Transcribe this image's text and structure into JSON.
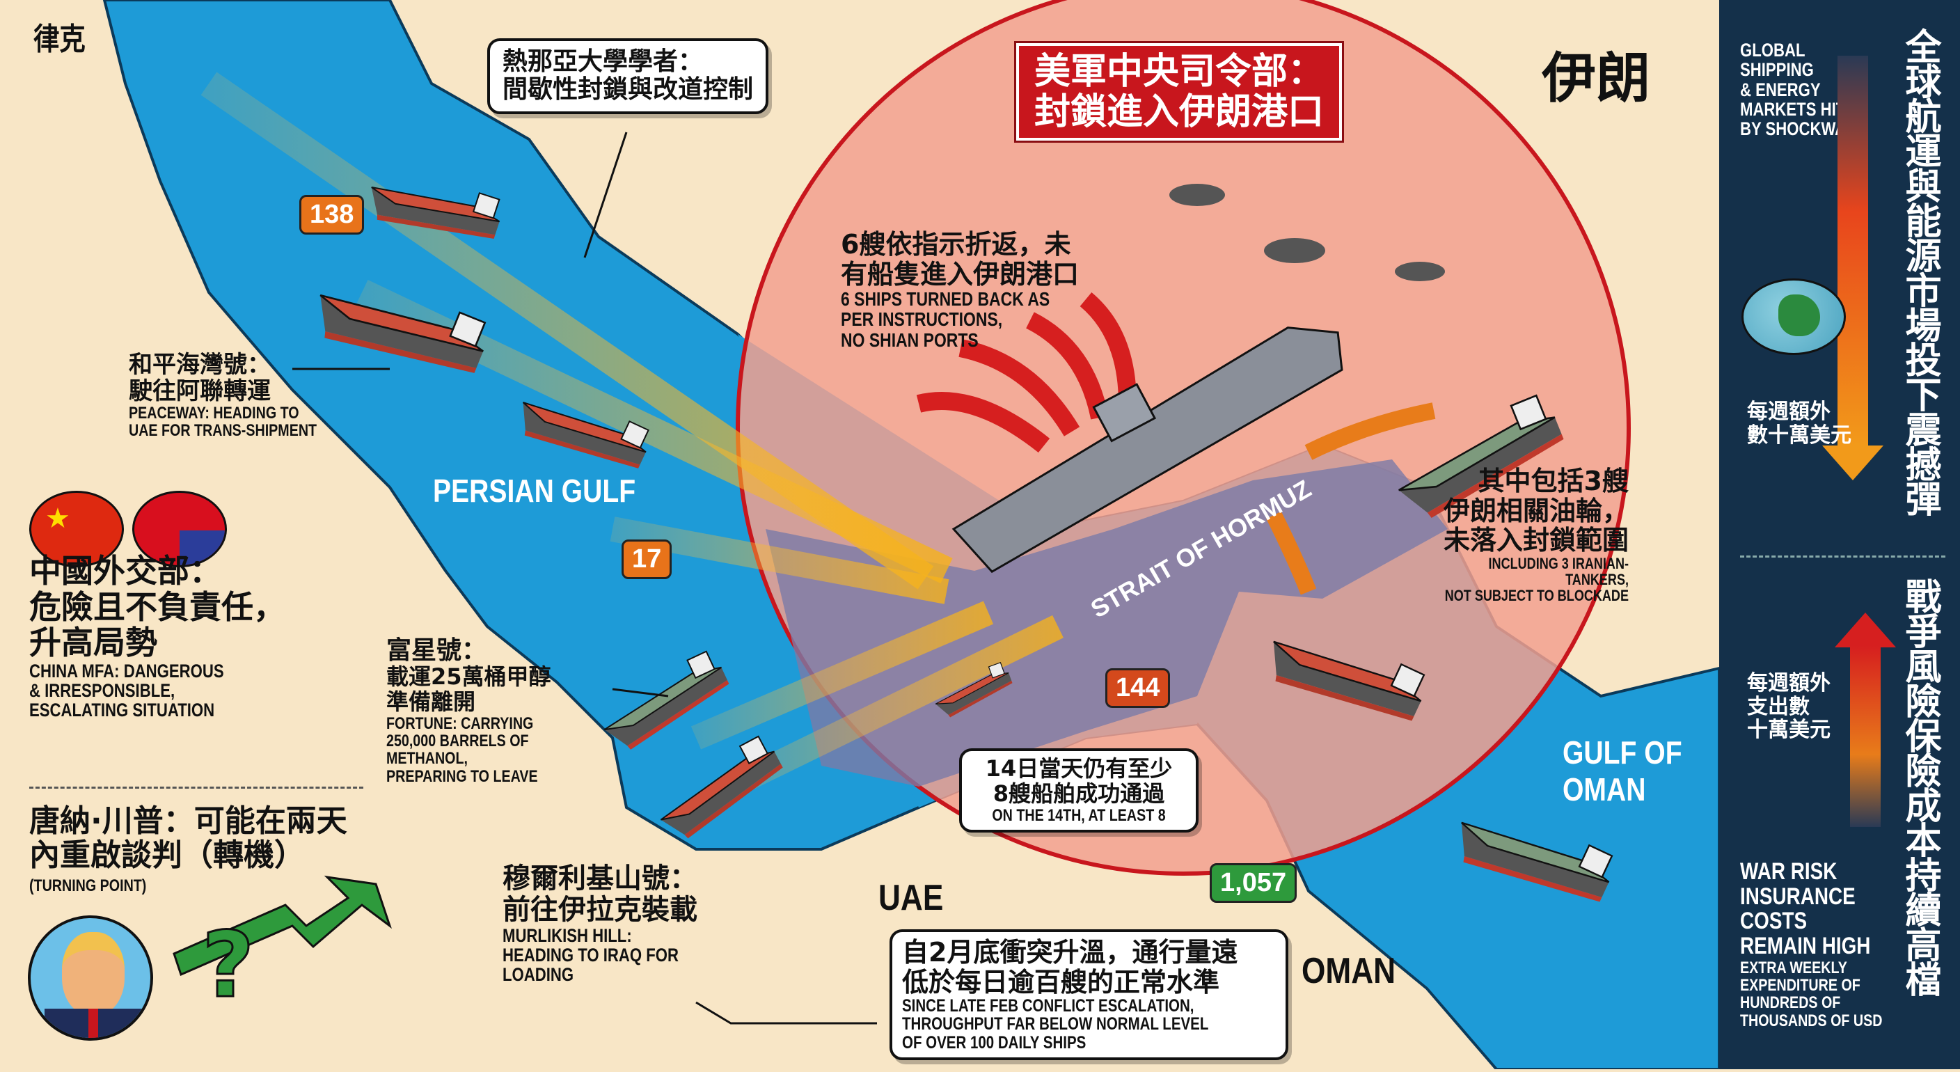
{
  "colors": {
    "land": "#f8e6c6",
    "sea": "#1e9bd7",
    "blockade_zone": "#f2a08f",
    "title_red": "#c8161d",
    "panel": "#14304a",
    "badge_orange": "#e8731a",
    "badge_red": "#d4491c",
    "badge_green": "#2e9a3c"
  },
  "places": {
    "iraq": "律克",
    "iran": "伊朗",
    "persian_gulf": "PERSIAN GULF",
    "uae": "UAE",
    "oman": "OMAN",
    "gulf_of_oman": "GULF OF OMAN",
    "strait": "STRAIT OF HORMUZ"
  },
  "title": {
    "line1": "美軍中央司令部：",
    "line2": "封鎖進入伊朗港口"
  },
  "scholar_quote": {
    "line1": "熱那亞大學學者：",
    "line2": "間歇性封鎖與改道控制"
  },
  "badges": {
    "b138": "138",
    "b17": "17",
    "b144": "144",
    "b1057": "1,057"
  },
  "turned_back": {
    "zh1": "6艘依指示折返，未",
    "zh2": "有船隻進入伊朗港口",
    "en1": "6 SHIPS TURNED BACK AS",
    "en2": "PER INSTRUCTIONS,",
    "en3": "NO SHIAN PORTS"
  },
  "iranian_tankers": {
    "zh1": "其中包括3艘",
    "zh2": "伊朗相關油輪，",
    "zh3": "未落入封鎖範圍",
    "en1": "INCLUDING 3 IRANIAN-TANKERS,",
    "en2": "NOT SUBJECT TO BLOCKADE"
  },
  "peaceway": {
    "zh1": "和平海灣號：",
    "zh2": "駛往阿聯轉運",
    "en1": "PEACEWAY: HEADING TO",
    "en2": "UAE FOR TRANS-SHIPMENT"
  },
  "china_mfa": {
    "zh1": "中國外交部：",
    "zh2": "危險且不負責任，",
    "zh3": "升高局勢",
    "en1": "CHINA MFA: DANGEROUS",
    "en2": "& IRRESPONSIBLE,",
    "en3": "ESCALATING SITUATION"
  },
  "trump": {
    "zh1": "唐納·川普：可能在兩天",
    "zh2": "內重啟談判（轉機）",
    "en": "(TURNING POINT)",
    "question": "?"
  },
  "fortune": {
    "zh1": "富星號：",
    "zh2": "載運25萬桶甲醇",
    "zh3": "準備離開",
    "en1": "FORTUNE: CARRYING",
    "en2": "250,000 BARRELS OF",
    "en3": "METHANOL,",
    "en4": "PREPARING TO LEAVE"
  },
  "murlikish": {
    "zh1": "穆爾利基山號：",
    "zh2": "前往伊拉克裝載",
    "en1": "MURLIKISH HILL:",
    "en2": "HEADING TO IRAQ FOR",
    "en3": "LOADING"
  },
  "day14": {
    "zh1": "14日當天仍有至少",
    "zh2": "8艘船舶成功通過",
    "en": "ON THE 14th, AT LEAST 8"
  },
  "throughput": {
    "zh1": "自2月底衝突升溫，通行量遠",
    "zh2": "低於每日逾百艘的正常水準",
    "en1": "SINCE LATE FEB CONFLICT ESCALATION,",
    "en2": "THROUGHPUT FAR BELOW NORMAL LEVEL",
    "en3": "OF OVER 100 DAILY SHIPS"
  },
  "panel": {
    "shock_en": [
      "GLOBAL",
      "SHIPPING",
      "& ENERGY",
      "MARKETS HIT",
      "BY SHOCKWAVE"
    ],
    "shock_zh_vertical": "全球航運與能源市場投下震撼彈",
    "shock_cost_zh1": "每週額外",
    "shock_cost_zh2": "數十萬美元",
    "insurance_zh_vertical": "戰爭風險保險成本持續高檔",
    "insurance_cost_zh1": "每週額外",
    "insurance_cost_zh2": "支出數",
    "insurance_cost_zh3": "十萬美元",
    "insurance_en": [
      "WAR RISK",
      "INSURANCE",
      "COSTS",
      "REMAIN HIGH"
    ],
    "insurance_detail_en": [
      "EXTRA WEEKLY",
      "EXPENDITURE OF",
      "HUNDREDS OF",
      "THOUSANDS OF USD"
    ]
  }
}
